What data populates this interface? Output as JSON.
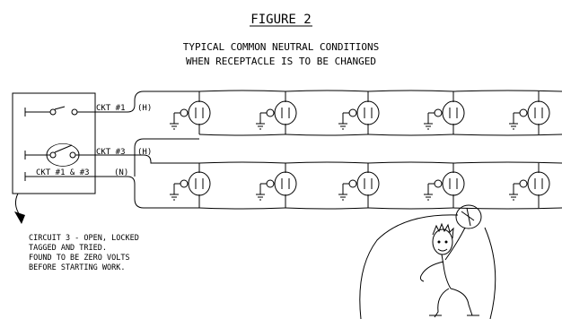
{
  "figure": {
    "title": "FIGURE 2",
    "subtitle_line1": "TYPICAL COMMON NEUTRAL CONDITIONS",
    "subtitle_line2": "WHEN RECEPTACLE IS TO BE CHANGED"
  },
  "panel": {
    "ckt1_label": "CKT #1",
    "ckt1_tag": "(H)",
    "ckt3_label": "CKT #3",
    "ckt3_tag": "(H)",
    "neutral_label": "CKT #1 & #3",
    "neutral_tag": "(N)"
  },
  "note": {
    "line1": "CIRCUIT 3 - OPEN, LOCKED",
    "line2": "TAGGED AND TRIED.",
    "line3": "FOUND TO BE ZERO VOLTS",
    "line4": "BEFORE STARTING WORK."
  },
  "icons": [
    "switch-icon",
    "receptacle-icon",
    "ground-icon",
    "worker-icon",
    "pointer-arrow-icon"
  ]
}
